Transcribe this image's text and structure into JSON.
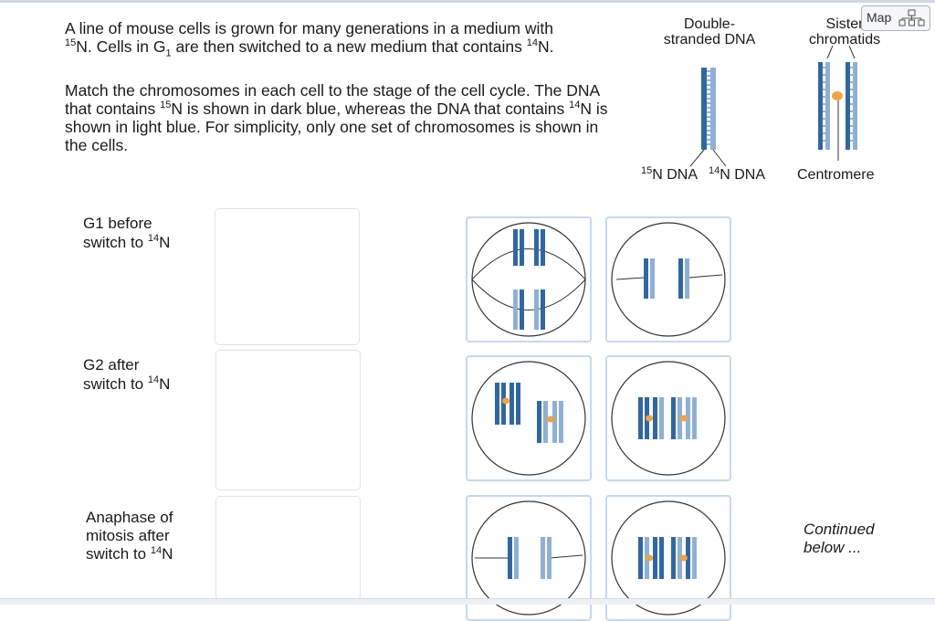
{
  "question": {
    "p1_a": "A line of mouse cells is grown for many generations in a medium with",
    "p1_b_sup": "15",
    "p1_b": "N. Cells in G",
    "p1_b_sub": "1",
    "p1_c": " are then switched to a new medium that contains ",
    "p1_c_sup": "14",
    "p1_d": "N.",
    "p2_a": "Match the chromosomes in each cell to the stage of the cell cycle. The DNA that contains ",
    "p2_a_sup": "15",
    "p2_b": "N is shown in dark blue, whereas the DNA that contains ",
    "p2_b_sup": "14",
    "p2_c": "N is shown in light blue. For simplicity, only one set of chromosomes is shown in the cells."
  },
  "legend": {
    "double_stranded_1": "Double-",
    "double_stranded_2": "stranded DNA",
    "sister_1": "Sister",
    "sister_2": "chromatids",
    "n15_sup": "15",
    "n15": "N DNA",
    "n14_sup": "14",
    "n14": "N DNA",
    "centromere": "Centromere"
  },
  "stages": [
    {
      "line1": "G1 before",
      "line2": "switch to ",
      "sup": "14",
      "tail": "N"
    },
    {
      "line1": "G2 after",
      "line2": "switch to ",
      "sup": "14",
      "tail": "N"
    },
    {
      "line1": "Anaphase of",
      "line1b": "mitosis after",
      "line2": "switch to ",
      "sup": "14",
      "tail": "N"
    }
  ],
  "map_button": "Map",
  "continued": {
    "line1": "Continued",
    "line2": "below ..."
  },
  "colors": {
    "dark_blue": "#2f67a6",
    "light_blue": "#8fb0d6",
    "centromere": "#f2a33a",
    "card_border": "#c5d9ec"
  }
}
